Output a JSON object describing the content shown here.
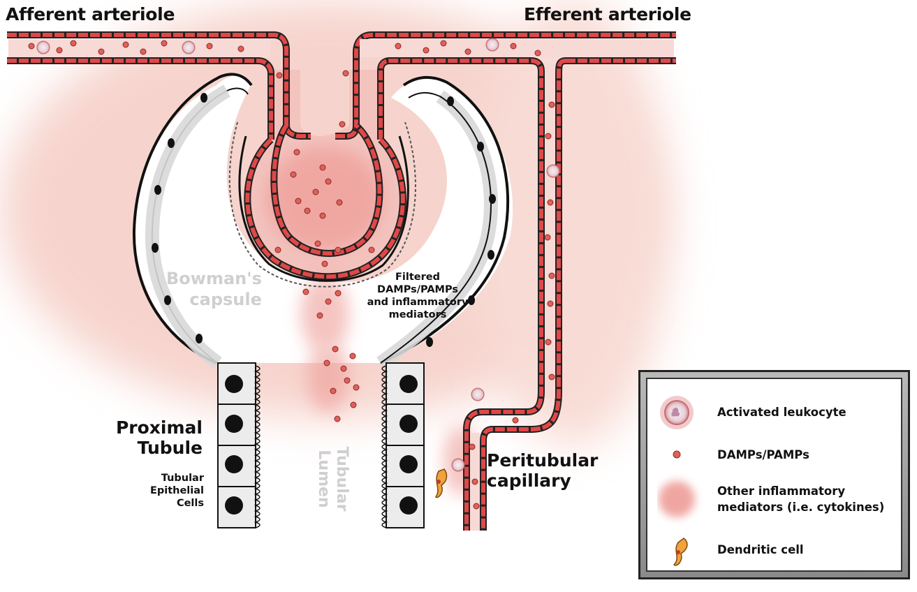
{
  "labels": {
    "afferent": "Afferent arteriole",
    "efferent": "Efferent arteriole",
    "bowman_line1": "Bowman's",
    "bowman_line2": "capsule",
    "filtered_line1": "Filtered",
    "filtered_line2": "DAMPs/PAMPs",
    "filtered_line3": "and inflammatory",
    "filtered_line4": "mediators",
    "proximal_line1": "Proximal",
    "proximal_line2": "Tubule",
    "tec_line1": "Tubular",
    "tec_line2": "Epithelial",
    "tec_line3": "Cells",
    "lumen_line1": "Tubular",
    "lumen_line2": "Lumen",
    "peritubular_line1": "Peritubular",
    "peritubular_line2": "capillary"
  },
  "legend": {
    "items": [
      {
        "label": "Activated leukocyte",
        "icon": "leukocyte-icon"
      },
      {
        "label": "DAMPs/PAMPs",
        "icon": "damp-dot-icon"
      },
      {
        "label_line1": "Other inflammatory",
        "label_line2": "mediators (i.e. cytokines)",
        "icon": "cytokine-blur-icon"
      },
      {
        "label": "Dendritic cell",
        "icon": "dendritic-cell-icon"
      }
    ]
  },
  "colors": {
    "vessel_wall": "#e04848",
    "vessel_fill": "#f7d9d6",
    "rbc": "#e0605a",
    "capsule_cell": "#d8d8d8",
    "halo": "#f4c6bd",
    "label_grey": "#cfcfcf"
  }
}
